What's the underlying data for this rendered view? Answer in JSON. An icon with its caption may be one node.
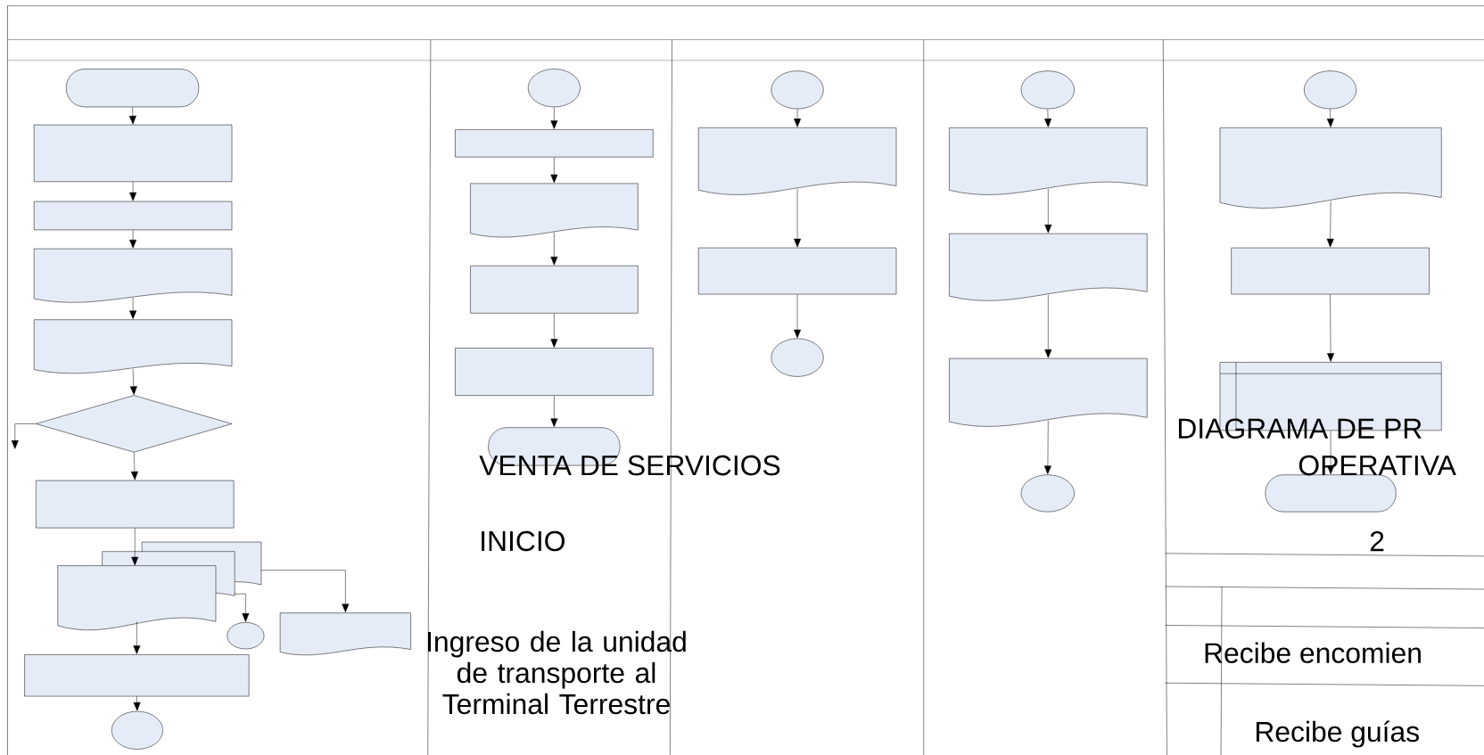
{
  "diagram": {
    "nodes": [
      {
        "text": [],
        "shape": "oval"
      },
      {
        "text": [],
        "shape": "box"
      },
      {
        "text": [],
        "shape": "box"
      },
      {
        "text": [],
        "shape": "document"
      },
      {
        "text": [],
        "shape": "document"
      },
      {
        "text": [],
        "shape": "diamond"
      },
      {
        "text": [],
        "shape": "box"
      },
      {
        "text": [],
        "shape": "documents"
      },
      {
        "text": [],
        "shape": "circle"
      },
      {
        "text": [],
        "shape": "document"
      },
      {
        "text": [],
        "shape": "box"
      },
      {
        "text": [],
        "shape": "circle"
      },
      {
        "text": [],
        "shape": "circle"
      },
      {
        "text": [],
        "shape": "box"
      },
      {
        "text": [],
        "shape": "document"
      },
      {
        "text": [],
        "shape": "box"
      },
      {
        "text": [],
        "shape": "box"
      },
      {
        "text": [],
        "shape": "oval"
      },
      {
        "text": [],
        "shape": "circle"
      },
      {
        "text": [],
        "shape": "document"
      },
      {
        "text": [],
        "shape": "box"
      },
      {
        "text": [],
        "shape": "circle"
      },
      {
        "text": [],
        "shape": "circle"
      },
      {
        "text": [],
        "shape": "document"
      },
      {
        "text": [],
        "shape": "document"
      },
      {
        "text": [],
        "shape": "document"
      },
      {
        "text": [],
        "shape": "circle"
      },
      {
        "text": [],
        "shape": "circle"
      },
      {
        "text": [],
        "shape": "document"
      },
      {
        "text": [],
        "shape": "box"
      },
      {
        "text": [],
        "shape": "storage"
      },
      {
        "text": [],
        "shape": "oval"
      }
    ],
    "edges": [
      {
        "from": 0,
        "to": 1,
        "arrow": "to"
      },
      {
        "from": 1,
        "to": 2,
        "arrow": "to"
      },
      {
        "from": 2,
        "to": 3,
        "arrow": "to"
      },
      {
        "from": 3,
        "to": 4,
        "arrow": "to"
      },
      {
        "from": 4,
        "to": 5,
        "arrow": "to"
      },
      {
        "from": 5,
        "to": null,
        "arrow": "to"
      },
      {
        "from": 5,
        "to": 6,
        "arrow": "to"
      },
      {
        "from": 6,
        "to": 7,
        "arrow": "to"
      },
      {
        "from": 7,
        "to": 8,
        "arrow": "to"
      },
      {
        "from": 7,
        "to": 9,
        "arrow": "to"
      },
      {
        "from": 7,
        "to": 10,
        "arrow": "to"
      },
      {
        "from": 10,
        "to": 11,
        "arrow": "to"
      },
      {
        "from": 12,
        "to": 13,
        "arrow": "to"
      },
      {
        "from": 13,
        "to": 14,
        "arrow": "to"
      },
      {
        "from": 14,
        "to": 15,
        "arrow": "to"
      },
      {
        "from": 15,
        "to": 16,
        "arrow": "to"
      },
      {
        "from": 16,
        "to": 17,
        "arrow": "to"
      },
      {
        "from": 18,
        "to": 19,
        "arrow": "to"
      },
      {
        "from": 19,
        "to": 20,
        "arrow": "to"
      },
      {
        "from": 20,
        "to": 21,
        "arrow": "to"
      },
      {
        "from": 22,
        "to": 23,
        "arrow": "to"
      },
      {
        "from": 23,
        "to": 24,
        "arrow": "to"
      },
      {
        "from": 24,
        "to": 25,
        "arrow": "to"
      },
      {
        "from": 25,
        "to": 26,
        "arrow": "to"
      },
      {
        "from": 27,
        "to": 28,
        "arrow": "to"
      },
      {
        "from": 28,
        "to": 29,
        "arrow": "to"
      },
      {
        "from": 29,
        "to": 30,
        "arrow": "to"
      },
      {
        "from": 30,
        "to": 31,
        "arrow": "to"
      }
    ],
    "labels": [
      "VENTA DE SERVICIOS",
      "INICIO",
      "Ingreso de la unidad de transporte al Terminal Terrestre",
      "DIAGRAMA DE PR",
      "OPERATIVA",
      "2",
      "Recibe encomien",
      "Recibe guías"
    ]
  }
}
